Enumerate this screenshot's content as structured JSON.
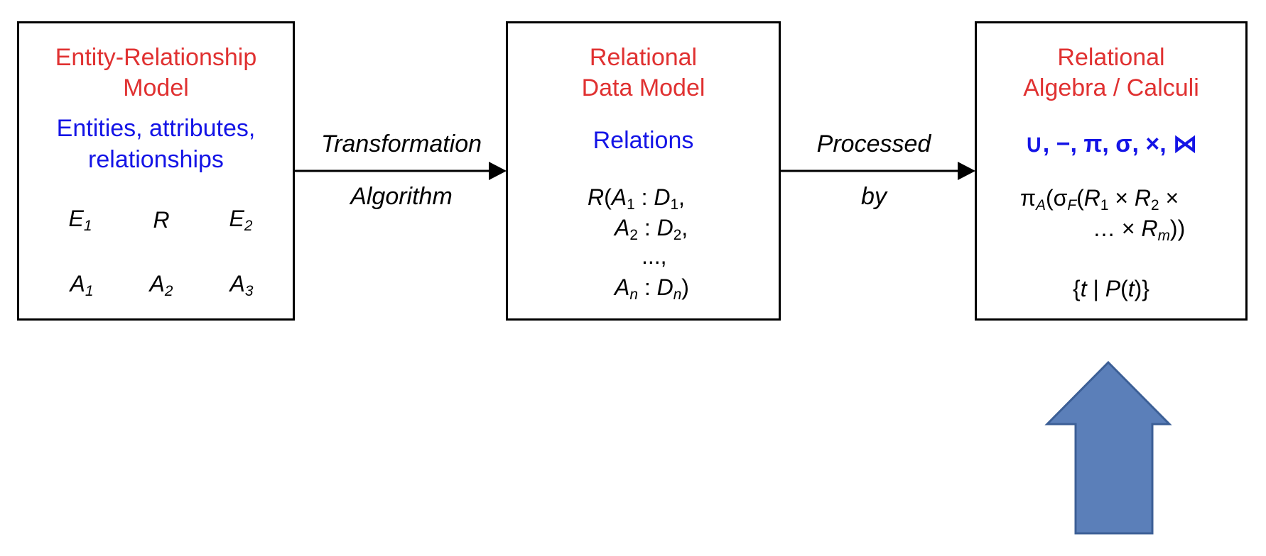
{
  "colors": {
    "title": "#e03131",
    "subtitle": "#1414e6",
    "arrow_up": "#5b7fb9"
  },
  "er": {
    "title_line1": "Entity-Relationship",
    "title_line2": "Model",
    "sub_line1": "Entities, attributes,",
    "sub_line2": "relationships",
    "entity1": "E",
    "entity1_sub": "1",
    "relationship": "R",
    "entity2": "E",
    "entity2_sub": "2",
    "attr1": "A",
    "attr1_sub": "1",
    "attr2": "A",
    "attr2_sub": "2",
    "attr3": "A",
    "attr3_sub": "3"
  },
  "arrow1": {
    "line1": "Transformation",
    "line2": "Algorithm"
  },
  "rdm": {
    "title_line1": "Relational",
    "title_line2": "Data Model",
    "sub": "Relations",
    "schema": {
      "R": "R",
      "A": "A",
      "D": "D",
      "colon": ":",
      "idx1": "1",
      "idx2": "2",
      "idxn": "n",
      "ellipsis": "...,"
    }
  },
  "arrow2": {
    "line1": "Processed",
    "line2": "by"
  },
  "ra": {
    "title_line1": "Relational",
    "title_line2": "Algebra / Calculi",
    "operators": "∪, −, π, σ, ×, ⋈",
    "expr": {
      "pi": "π",
      "A": "A",
      "sigma": "σ",
      "F": "F",
      "R": "R",
      "r1": "1",
      "r2": "2",
      "rm": "m",
      "times": "×",
      "dots": "…"
    },
    "calculus": {
      "t": "t",
      "P": "P"
    }
  }
}
